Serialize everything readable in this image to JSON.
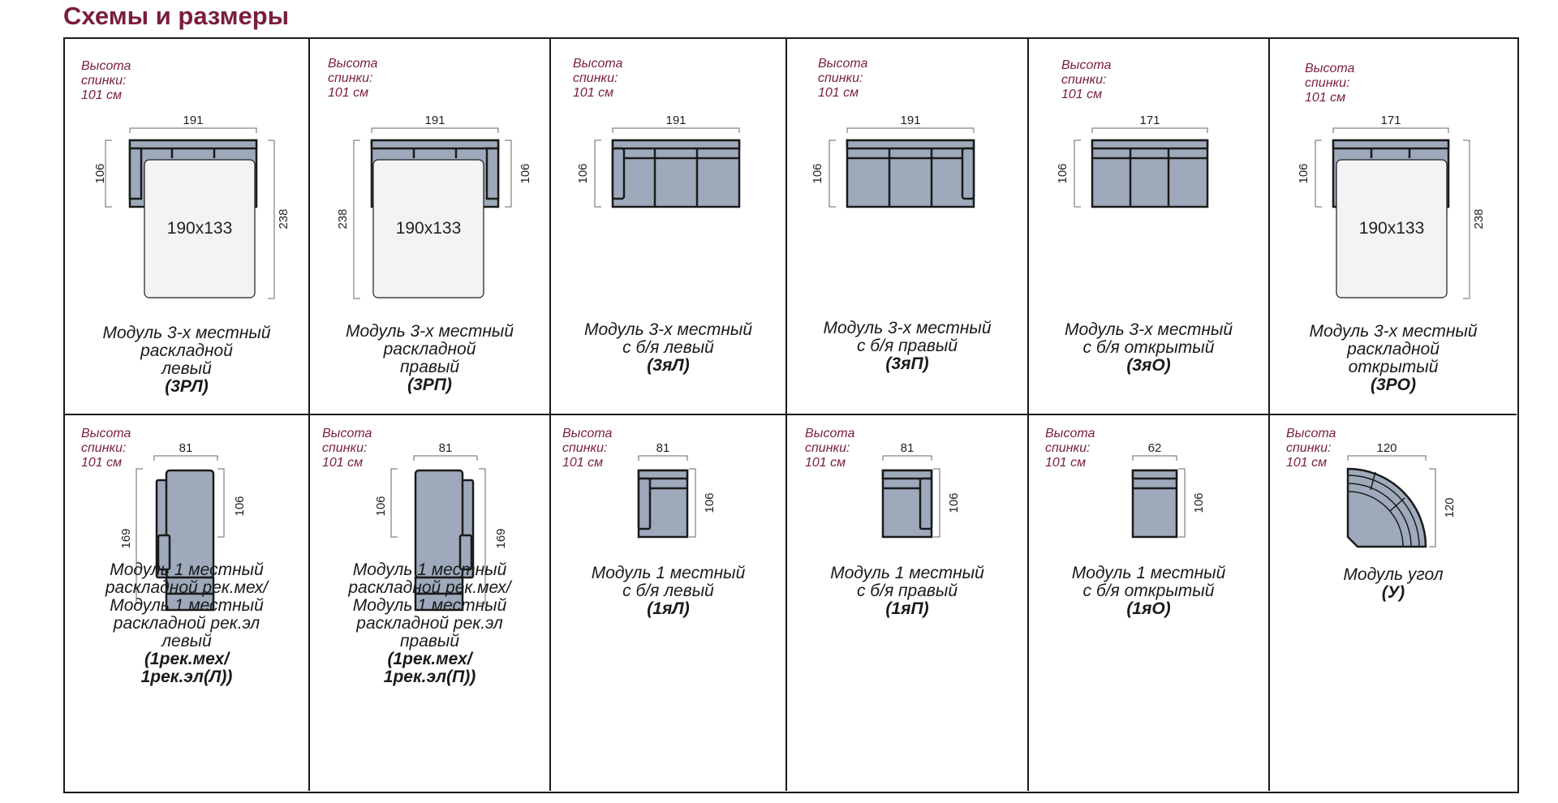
{
  "page": {
    "title": "Схемы и размеры"
  },
  "colors": {
    "accent": "#7a1e3a",
    "module_fill": "#9eaabb",
    "module_stroke": "#1a1a1a",
    "sleep_fill": "#f3f3f3",
    "dim_line": "#666666"
  },
  "back_height_lines": [
    "Высота",
    "спинки:",
    "101 см"
  ],
  "cells": [
    {
      "caption": [
        "Модуль 3-х местный",
        "раскладной",
        "левый"
      ],
      "code": "(3РЛ)",
      "dims": {
        "width": "191",
        "height": "106",
        "depth": "238",
        "sleep": "190x133"
      }
    },
    {
      "caption": [
        "Модуль 3-х местный",
        "раскладной",
        "правый"
      ],
      "code": "(3РП)",
      "dims": {
        "width": "191",
        "height": "106",
        "depth": "238",
        "sleep": "190x133"
      }
    },
    {
      "caption": [
        "Модуль 3-х местный",
        "с б/я левый"
      ],
      "code": "(3яЛ)",
      "dims": {
        "width": "191",
        "height": "106"
      }
    },
    {
      "caption": [
        "Модуль 3-х местный",
        "с б/я правый"
      ],
      "code": "(3яП)",
      "dims": {
        "width": "191",
        "height": "106"
      }
    },
    {
      "caption": [
        "Модуль 3-х местный",
        "с б/я открытый"
      ],
      "code": "(3яО)",
      "dims": {
        "width": "171",
        "height": "106"
      }
    },
    {
      "caption": [
        "Модуль 3-х местный",
        "раскладной",
        "открытый"
      ],
      "code": "(3РО)",
      "dims": {
        "width": "171",
        "height": "106",
        "depth": "238",
        "sleep": "190x133"
      }
    },
    {
      "caption": [
        "Модуль 1 местный",
        "раскладной рек.мех/",
        "Модуль 1 местный",
        "раскладной рек.эл",
        "левый"
      ],
      "code": [
        "(1рек.мех/",
        "1рек.эл(Л))"
      ],
      "dims": {
        "width": "81",
        "height": "106",
        "depth": "169"
      }
    },
    {
      "caption": [
        "Модуль 1 местный",
        "раскладной рек.мех/",
        "Модуль 1 местный",
        "раскладной рек.эл",
        "правый"
      ],
      "code": [
        "(1рек.мех/",
        "1рек.эл(П))"
      ],
      "dims": {
        "width": "81",
        "height": "106",
        "depth": "169"
      }
    },
    {
      "caption": [
        "Модуль 1 местный",
        "с б/я левый"
      ],
      "code": "(1яЛ)",
      "dims": {
        "width": "81",
        "height": "106"
      }
    },
    {
      "caption": [
        "Модуль 1 местный",
        "с б/я правый"
      ],
      "code": "(1яП)",
      "dims": {
        "width": "81",
        "height": "106"
      }
    },
    {
      "caption": [
        "Модуль 1 местный",
        "с б/я открытый"
      ],
      "code": "(1яО)",
      "dims": {
        "width": "62",
        "height": "106"
      }
    },
    {
      "caption": [
        "Модуль угол"
      ],
      "code": "(У)",
      "dims": {
        "width": "120",
        "height": "120"
      }
    }
  ]
}
